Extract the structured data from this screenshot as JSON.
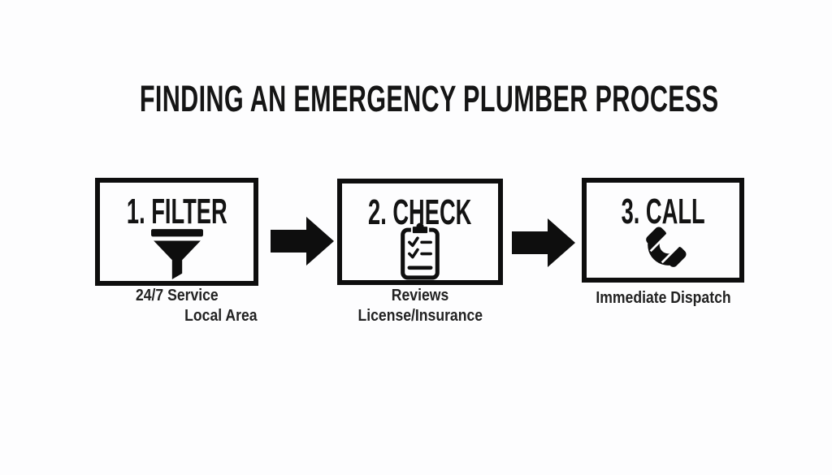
{
  "title": "FINDING AN EMERGENCY PLUMBER PROCESS",
  "colors": {
    "background": "#fdfdfe",
    "ink": "#0e0e0e",
    "text": "#151515"
  },
  "steps": [
    {
      "heading": "1. FILTER",
      "icon": "funnel-icon",
      "notes": [
        "24/7 Service",
        "Local Area"
      ]
    },
    {
      "heading": "2. CHECK",
      "icon": "clipboard-checklist-icon",
      "notes": [
        "Reviews",
        "License/Insurance"
      ]
    },
    {
      "heading": "3. CALL",
      "icon": "phone-handset-icon",
      "notes": [
        "Immediate Dispatch"
      ]
    }
  ],
  "connectors": [
    {
      "icon": "arrow-right-icon"
    },
    {
      "icon": "arrow-right-icon"
    }
  ]
}
